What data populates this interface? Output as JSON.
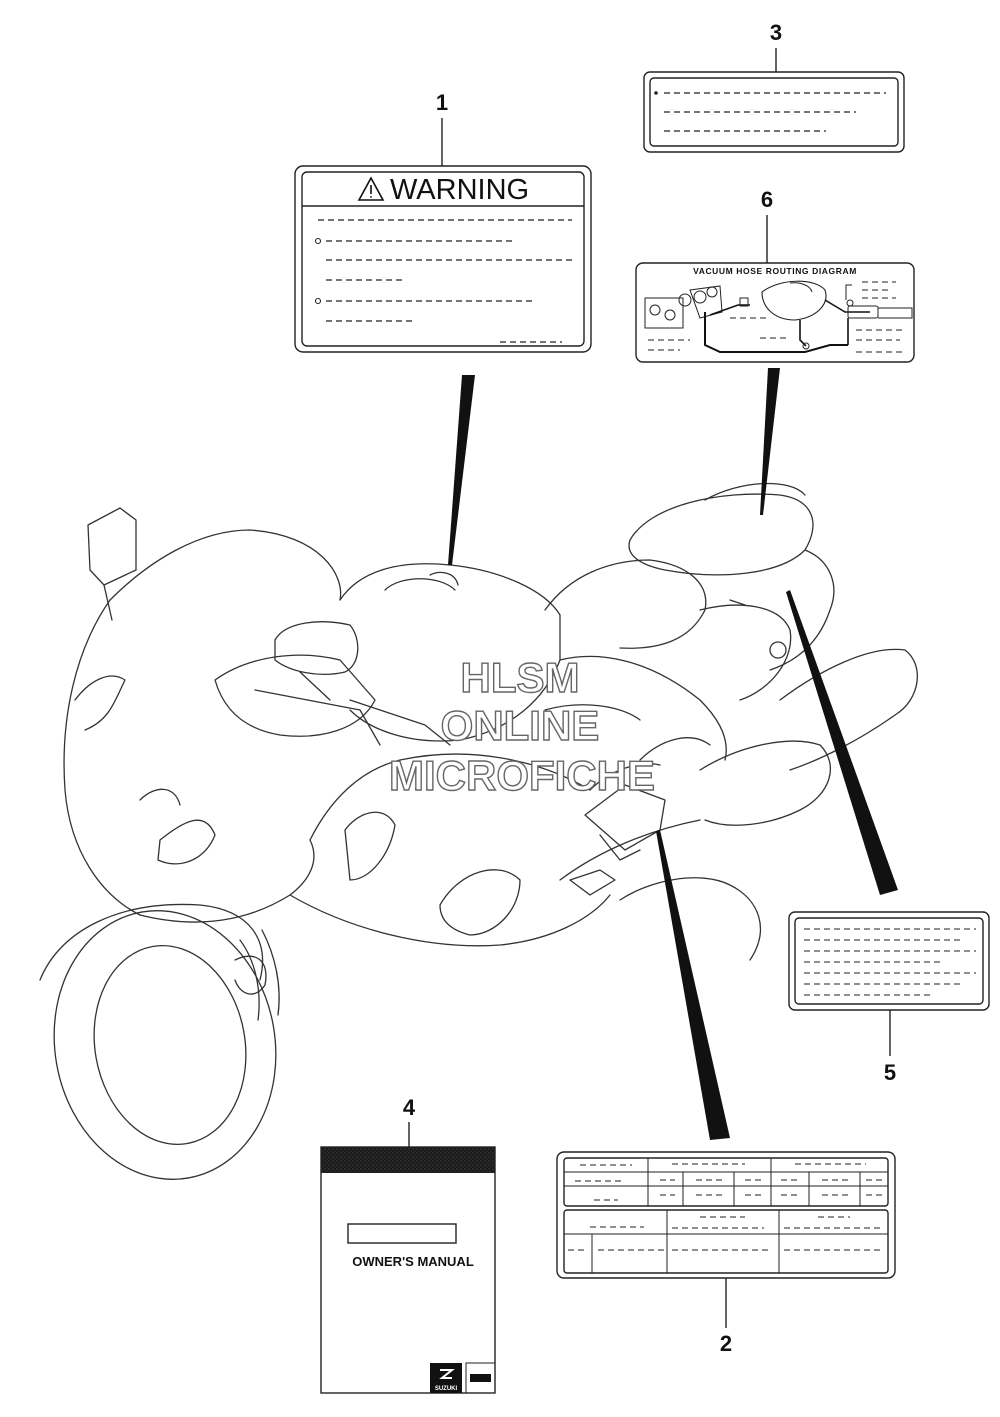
{
  "labels": {
    "warning_title": "WARNING",
    "vacuum_title": "VACUUM HOSE ROUTING DIAGRAM",
    "manual_title": "OWNER'S MANUAL",
    "brand": "SUZUKI"
  },
  "callouts": [
    "1",
    "2",
    "3",
    "4",
    "5",
    "6"
  ],
  "watermark": {
    "line1": "HLSM",
    "line2": "ONLINE",
    "line3": "MICROFICHE"
  }
}
